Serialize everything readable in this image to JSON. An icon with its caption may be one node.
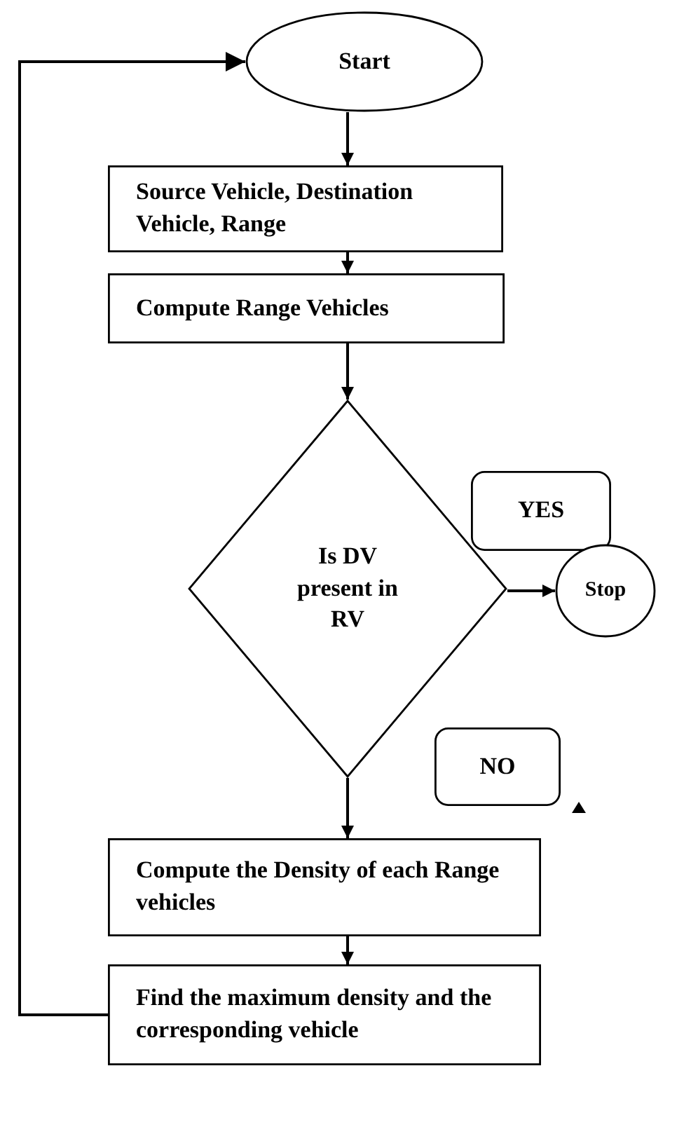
{
  "diagram": {
    "nodes": [
      {
        "text": [
          "Start"
        ]
      },
      {
        "text": [
          "Source Vehicle, Destination Vehicle, Range"
        ]
      },
      {
        "text": [
          "Compute Range Vehicles"
        ]
      },
      {
        "text": [
          "Is DV present in RV"
        ]
      },
      {
        "text": [
          "YES"
        ]
      },
      {
        "text": [
          "Stop"
        ]
      },
      {
        "text": [
          "NO"
        ]
      },
      {
        "text": [
          "Compute the Density of each Range vehicles"
        ]
      },
      {
        "text": [
          "Find the maximum density and the corresponding vehicle"
        ]
      }
    ],
    "edges": [
      {
        "from": 0,
        "to": 1,
        "arrow": "to"
      },
      {
        "from": 1,
        "to": 2,
        "arrow": "to"
      },
      {
        "from": 2,
        "to": 3,
        "arrow": "to"
      },
      {
        "from": 3,
        "to": 5,
        "arrow": "to"
      },
      {
        "from": 3,
        "to": 7,
        "arrow": "to"
      },
      {
        "from": 7,
        "to": 8,
        "arrow": "to"
      },
      {
        "from": 8,
        "to": 0,
        "arrow": "to"
      }
    ]
  }
}
